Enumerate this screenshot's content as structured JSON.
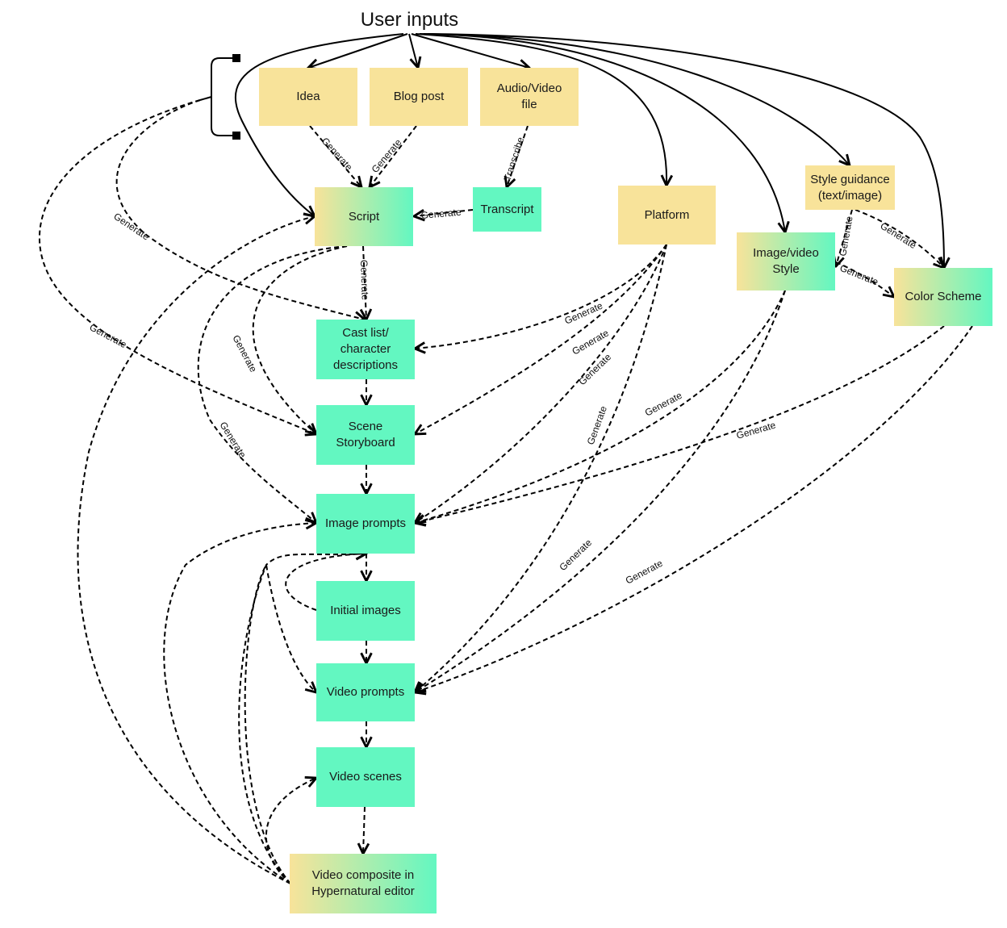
{
  "title": "User inputs",
  "nodes": {
    "idea": "Idea",
    "blog": "Blog post",
    "audio": "Audio/Video\nfile",
    "script": "Script",
    "transcript": "Transcript",
    "platform": "Platform",
    "style_guidance": "Style guidance\n(text/image)",
    "image_style": "Image/video\nStyle",
    "color_scheme": "Color Scheme",
    "cast": "Cast list/\ncharacter\ndescriptions",
    "storyboard": "Scene\nStoryboard",
    "image_prompts": "Image prompts",
    "initial_images": "Initial images",
    "video_prompts": "Video prompts",
    "video_scenes": "Video scenes",
    "composite": "Video composite in\nHypernatural editor"
  },
  "edge_labels": {
    "generate": "Generate",
    "transcribe": "Transcribe"
  },
  "colors": {
    "input": "#f8e39a",
    "generated": "#63f7c1",
    "edge": "#000000"
  }
}
